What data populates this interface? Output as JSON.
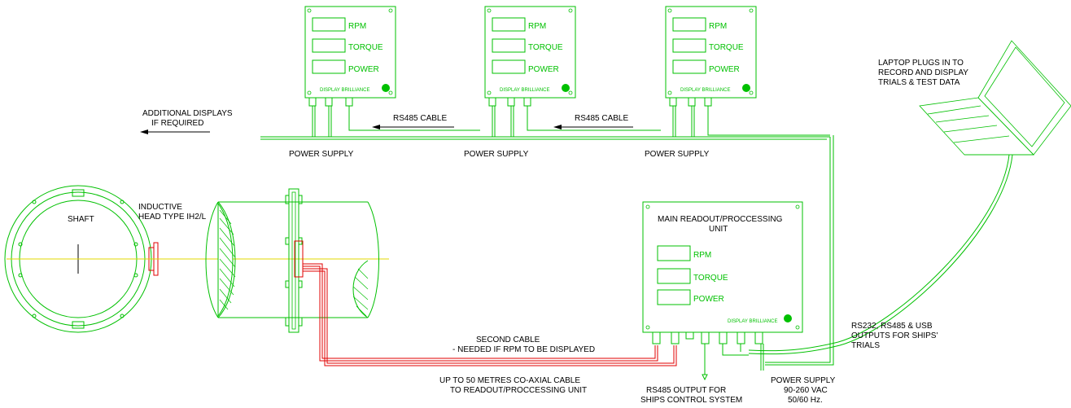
{
  "labels": {
    "additional_displays": [
      "ADDITIONAL DISPLAYS",
      "IF REQUIRED"
    ],
    "rs485_cable_left": "RS485 CABLE",
    "rs485_cable_right": "RS485 CABLE",
    "power_supply_1": "POWER SUPPLY",
    "power_supply_2": "POWER SUPPLY",
    "power_supply_3": "POWER SUPPLY",
    "laptop": [
      "LAPTOP PLUGS IN TO",
      "RECORD AND DISPLAY",
      "TRIALS & TEST DATA"
    ],
    "shaft": "SHAFT",
    "inductive_head": [
      "INDUCTIVE",
      "HEAD TYPE IH2/L"
    ],
    "main_unit": [
      "MAIN READOUT/PROCCESSING",
      "UNIT"
    ],
    "second_cable": [
      "SECOND CABLE",
      "- NEEDED IF RPM TO BE DISPLAYED"
    ],
    "coax_cable": [
      "UP TO 50 METRES CO-AXIAL CABLE",
      "TO READOUT/PROCCESSING UNIT"
    ],
    "rs485_output": [
      "RS485 OUTPUT FOR",
      "SHIPS CONTROL SYSTEM"
    ],
    "main_power": [
      "POWER SUPPLY",
      "90-260 VAC",
      "50/60 Hz."
    ],
    "outputs": [
      "RS232, RS485 & USB",
      "OUTPUTS FOR SHIPS'",
      "TRIALS"
    ]
  },
  "display_unit": {
    "rpm": "RPM",
    "torque": "TORQUE",
    "power": "POWER",
    "brilliance": "DISPLAY BRILLIANCE"
  },
  "colors": {
    "wire": "#00c000",
    "coax": "#e00000",
    "centerline": "#e0d800"
  }
}
